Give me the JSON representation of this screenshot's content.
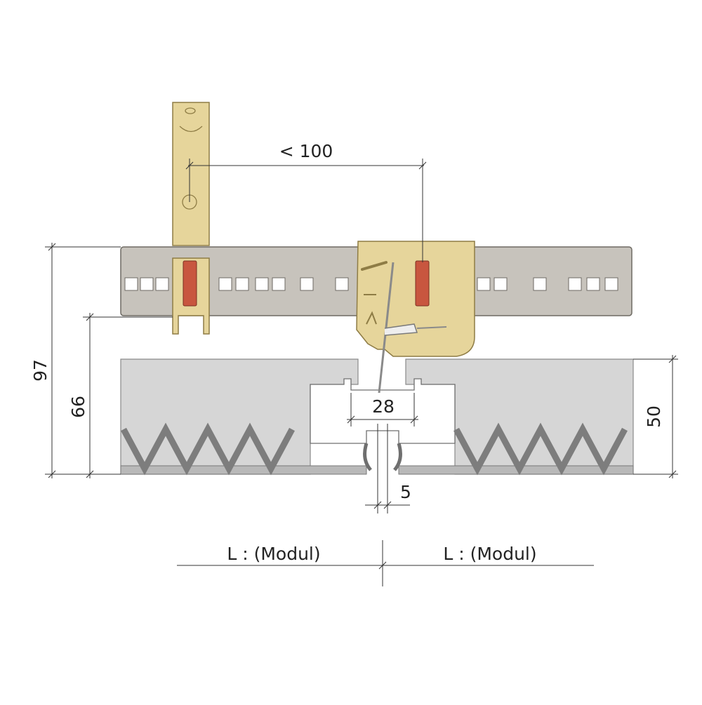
{
  "dimensions": {
    "hanger_spacing": "< 100",
    "total_height": "97",
    "carrier_to_bottom": "66",
    "panel_height": "50",
    "profile_width": "28",
    "joint_gap": "5"
  },
  "modules": {
    "left": "L : (Modul)",
    "right": "L : (Modul)"
  },
  "colors": {
    "brass": "#e6d59b",
    "brass_stroke": "#8e7c45",
    "rail": "#c7c3bc",
    "rail_stroke": "#6e6a63",
    "panel": "#d6d6d6",
    "panel_stroke": "#8a8a8a",
    "clip": "#c8563f",
    "dim": "#333333"
  }
}
